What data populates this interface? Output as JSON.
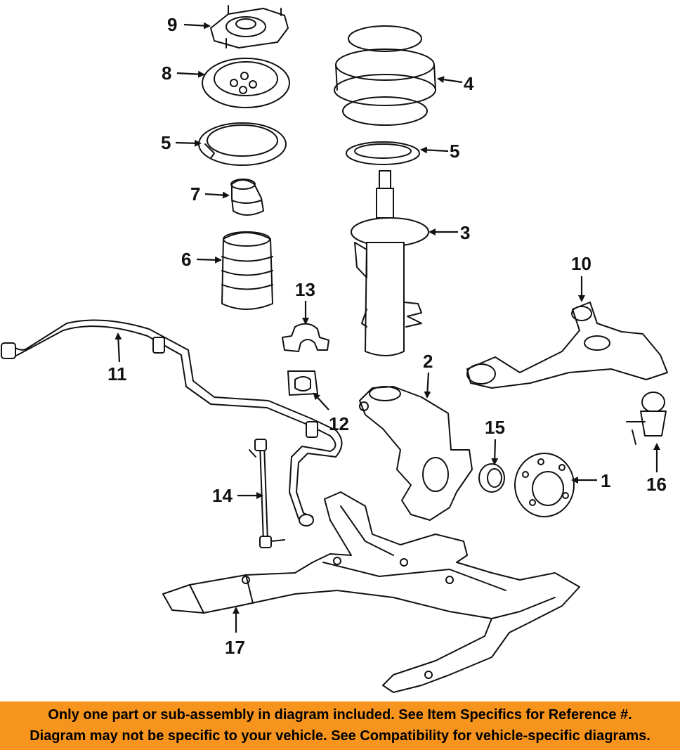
{
  "callouts": {
    "n1": "1",
    "n2": "2",
    "n3": "3",
    "n4": "4",
    "n5a": "5",
    "n5b": "5",
    "n6": "6",
    "n7": "7",
    "n8": "8",
    "n9": "9",
    "n10": "10",
    "n11": "11",
    "n12": "12",
    "n13": "13",
    "n14": "14",
    "n15": "15",
    "n16": "16",
    "n17": "17"
  },
  "footer": {
    "line1": "Only one part or sub-assembly in diagram included. See Item Specifics for Reference #.",
    "line2": "Diagram may not be specific to your vehicle. See Compatibility for vehicle-specific diagrams."
  },
  "colors": {
    "banner": "#f7941d",
    "linework": "#111111"
  }
}
